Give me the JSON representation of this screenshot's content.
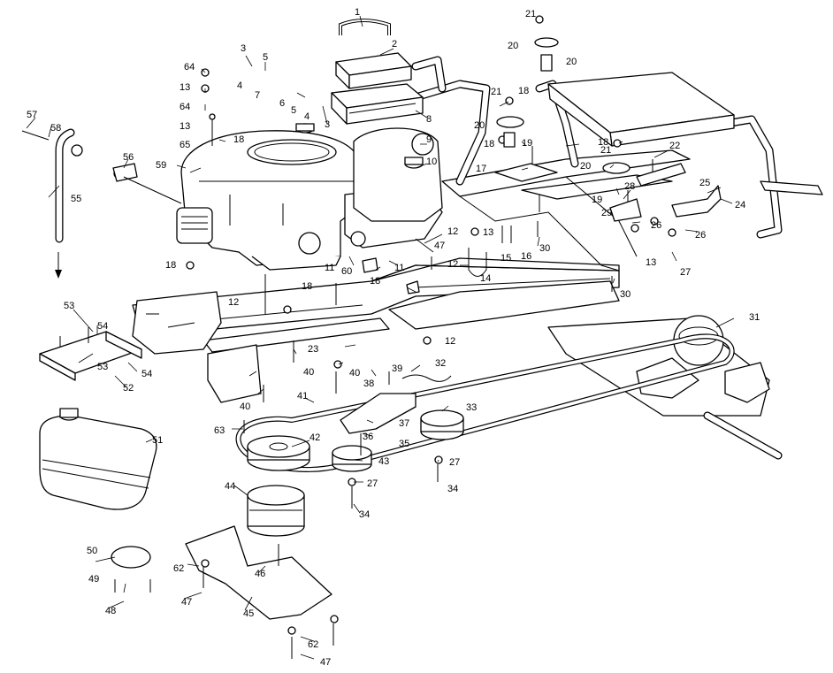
{
  "diagram": {
    "callouts": [
      {
        "id": "c1",
        "label": "1"
      },
      {
        "id": "c2",
        "label": "2"
      },
      {
        "id": "c3a",
        "label": "3"
      },
      {
        "id": "c3b",
        "label": "3"
      },
      {
        "id": "c4a",
        "label": "4"
      },
      {
        "id": "c4b",
        "label": "4"
      },
      {
        "id": "c5a",
        "label": "5"
      },
      {
        "id": "c5b",
        "label": "5"
      },
      {
        "id": "c6",
        "label": "6"
      },
      {
        "id": "c7",
        "label": "7"
      },
      {
        "id": "c8",
        "label": "8"
      },
      {
        "id": "c9",
        "label": "9"
      },
      {
        "id": "c10",
        "label": "10"
      },
      {
        "id": "c11a",
        "label": "11"
      },
      {
        "id": "c11b",
        "label": "11"
      },
      {
        "id": "c12a",
        "label": "12"
      },
      {
        "id": "c12b",
        "label": "12"
      },
      {
        "id": "c12c",
        "label": "12"
      },
      {
        "id": "c12d",
        "label": "12"
      },
      {
        "id": "c13a",
        "label": "13"
      },
      {
        "id": "c13b",
        "label": "13"
      },
      {
        "id": "c13c",
        "label": "13"
      },
      {
        "id": "c13d",
        "label": "13"
      },
      {
        "id": "c14",
        "label": "14"
      },
      {
        "id": "c15",
        "label": "15"
      },
      {
        "id": "c16",
        "label": "16"
      },
      {
        "id": "c17",
        "label": "17"
      },
      {
        "id": "c18a",
        "label": "18"
      },
      {
        "id": "c18b",
        "label": "18"
      },
      {
        "id": "c18c",
        "label": "18"
      },
      {
        "id": "c18d",
        "label": "18"
      },
      {
        "id": "c18e",
        "label": "18"
      },
      {
        "id": "c18f",
        "label": "18"
      },
      {
        "id": "c18g",
        "label": "18"
      },
      {
        "id": "c19a",
        "label": "19"
      },
      {
        "id": "c19b",
        "label": "19"
      },
      {
        "id": "c20a",
        "label": "20"
      },
      {
        "id": "c20b",
        "label": "20"
      },
      {
        "id": "c20c",
        "label": "20"
      },
      {
        "id": "c20d",
        "label": "20"
      },
      {
        "id": "c21a",
        "label": "21"
      },
      {
        "id": "c21b",
        "label": "21"
      },
      {
        "id": "c21c",
        "label": "21"
      },
      {
        "id": "c22",
        "label": "22"
      },
      {
        "id": "c23",
        "label": "23"
      },
      {
        "id": "c24",
        "label": "24"
      },
      {
        "id": "c25",
        "label": "25"
      },
      {
        "id": "c26a",
        "label": "26"
      },
      {
        "id": "c26b",
        "label": "26"
      },
      {
        "id": "c27a",
        "label": "27"
      },
      {
        "id": "c27b",
        "label": "27"
      },
      {
        "id": "c27c",
        "label": "27"
      },
      {
        "id": "c28",
        "label": "28"
      },
      {
        "id": "c29",
        "label": "29"
      },
      {
        "id": "c30a",
        "label": "30"
      },
      {
        "id": "c30b",
        "label": "30"
      },
      {
        "id": "c31",
        "label": "31"
      },
      {
        "id": "c32",
        "label": "32"
      },
      {
        "id": "c33",
        "label": "33"
      },
      {
        "id": "c34a",
        "label": "34"
      },
      {
        "id": "c34b",
        "label": "34"
      },
      {
        "id": "c35",
        "label": "35"
      },
      {
        "id": "c36",
        "label": "36"
      },
      {
        "id": "c37",
        "label": "37"
      },
      {
        "id": "c38",
        "label": "38"
      },
      {
        "id": "c39",
        "label": "39"
      },
      {
        "id": "c40a",
        "label": "40"
      },
      {
        "id": "c40b",
        "label": "40"
      },
      {
        "id": "c40c",
        "label": "40"
      },
      {
        "id": "c41",
        "label": "41"
      },
      {
        "id": "c42",
        "label": "42"
      },
      {
        "id": "c43",
        "label": "43"
      },
      {
        "id": "c44",
        "label": "44"
      },
      {
        "id": "c45",
        "label": "45"
      },
      {
        "id": "c46",
        "label": "46"
      },
      {
        "id": "c47a",
        "label": "47"
      },
      {
        "id": "c47b",
        "label": "47"
      },
      {
        "id": "c47c",
        "label": "47"
      },
      {
        "id": "c48",
        "label": "48"
      },
      {
        "id": "c49",
        "label": "49"
      },
      {
        "id": "c50",
        "label": "50"
      },
      {
        "id": "c51",
        "label": "51"
      },
      {
        "id": "c52",
        "label": "52"
      },
      {
        "id": "c53a",
        "label": "53"
      },
      {
        "id": "c53b",
        "label": "53"
      },
      {
        "id": "c54a",
        "label": "54"
      },
      {
        "id": "c54b",
        "label": "54"
      },
      {
        "id": "c55",
        "label": "55"
      },
      {
        "id": "c56",
        "label": "56"
      },
      {
        "id": "c57",
        "label": "57"
      },
      {
        "id": "c58",
        "label": "58"
      },
      {
        "id": "c59",
        "label": "59"
      },
      {
        "id": "c60",
        "label": "60"
      },
      {
        "id": "c62a",
        "label": "62"
      },
      {
        "id": "c62b",
        "label": "62"
      },
      {
        "id": "c63",
        "label": "63"
      },
      {
        "id": "c64a",
        "label": "64"
      },
      {
        "id": "c64b",
        "label": "64"
      },
      {
        "id": "c65",
        "label": "65"
      }
    ]
  }
}
